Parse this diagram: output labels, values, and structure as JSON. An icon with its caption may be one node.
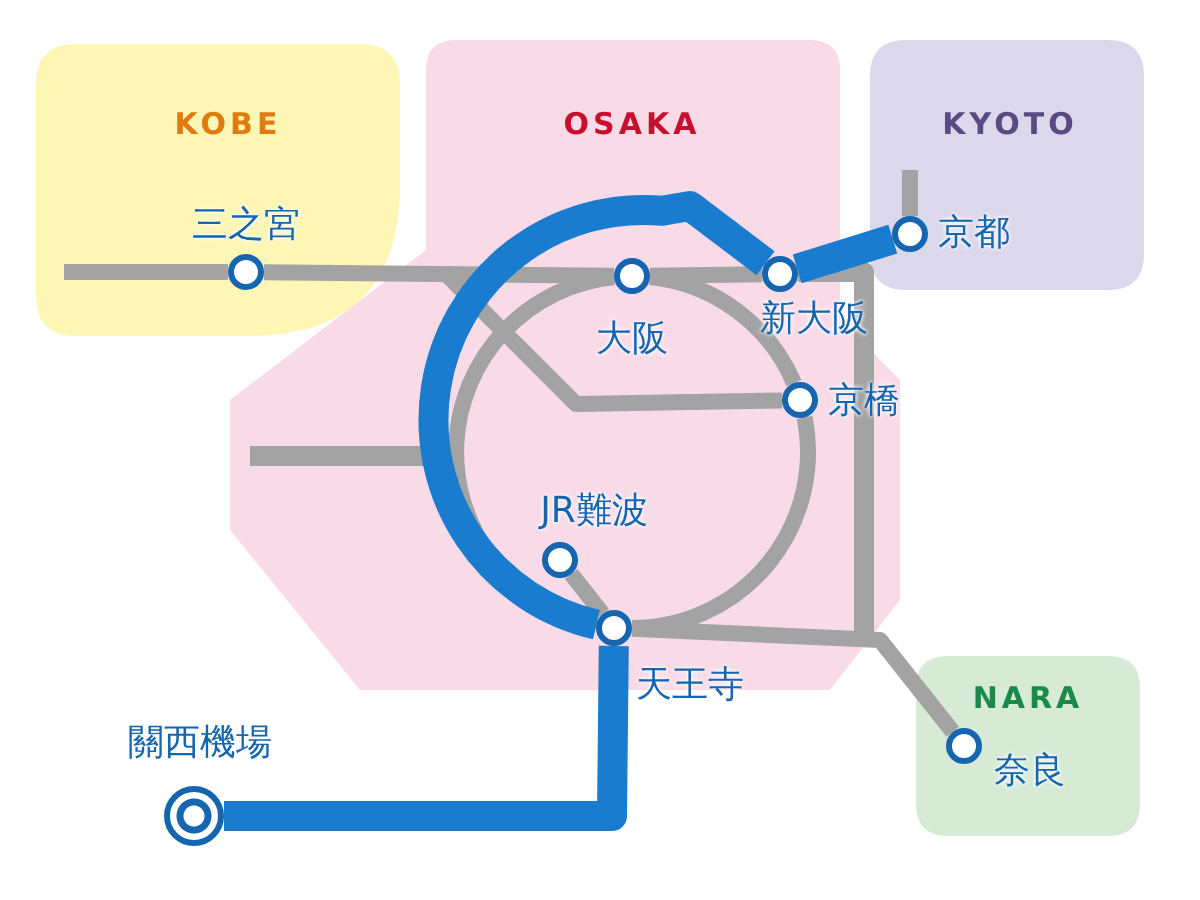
{
  "diagram": {
    "nodes": [
      {
        "text": [
          "KOBE"
        ]
      },
      {
        "text": [
          "OSAKA"
        ]
      },
      {
        "text": [
          "KYOTO"
        ]
      },
      {
        "text": [
          "NARA"
        ]
      },
      {
        "text": [],
        "shape": "circle",
        "beside": [
          "三之宮"
        ],
        "in": 0
      },
      {
        "text": [],
        "shape": "circle",
        "beside": [
          "大阪"
        ],
        "in": 1
      },
      {
        "text": [],
        "shape": "circle",
        "beside": [
          "新大阪"
        ],
        "in": 1
      },
      {
        "text": [],
        "shape": "circle",
        "beside": [
          "京都"
        ],
        "in": 2
      },
      {
        "text": [],
        "shape": "circle",
        "beside": [
          "京橋"
        ],
        "in": 1
      },
      {
        "text": [],
        "shape": "circle",
        "beside": [
          "JR難波"
        ],
        "in": 1
      },
      {
        "text": [],
        "shape": "circle",
        "beside": [
          "天王寺"
        ],
        "in": 1
      },
      {
        "text": [],
        "shape": "circle",
        "beside": [
          "奈良"
        ],
        "in": 3
      },
      {
        "text": [],
        "shape": "circle",
        "beside": [
          "關西機場"
        ]
      }
    ],
    "edges": [
      {
        "from": 12,
        "to": 10,
        "arrow": "none",
        "style": "thick",
        "color": "#1a7ccf"
      },
      {
        "from": 10,
        "to": 6,
        "arrow": "none",
        "style": "thick",
        "color": "#1a7ccf"
      },
      {
        "from": 6,
        "to": 7,
        "arrow": "none",
        "style": "thick",
        "color": "#1a7ccf"
      },
      {
        "from": null,
        "to": 4,
        "arrow": "none"
      },
      {
        "from": 4,
        "to": 5,
        "arrow": "none"
      },
      {
        "from": 5,
        "to": 6,
        "arrow": "none"
      },
      {
        "from": null,
        "to": 7,
        "arrow": "none"
      },
      {
        "from": null,
        "to": 8,
        "arrow": "none"
      },
      {
        "from": 5,
        "to": 8,
        "arrow": "none"
      },
      {
        "from": 8,
        "to": 10,
        "arrow": "none"
      },
      {
        "from": 10,
        "to": 5,
        "arrow": "none"
      },
      {
        "from": 9,
        "to": 10,
        "arrow": "none"
      },
      {
        "from": 10,
        "to": 11,
        "arrow": "none"
      }
    ]
  }
}
